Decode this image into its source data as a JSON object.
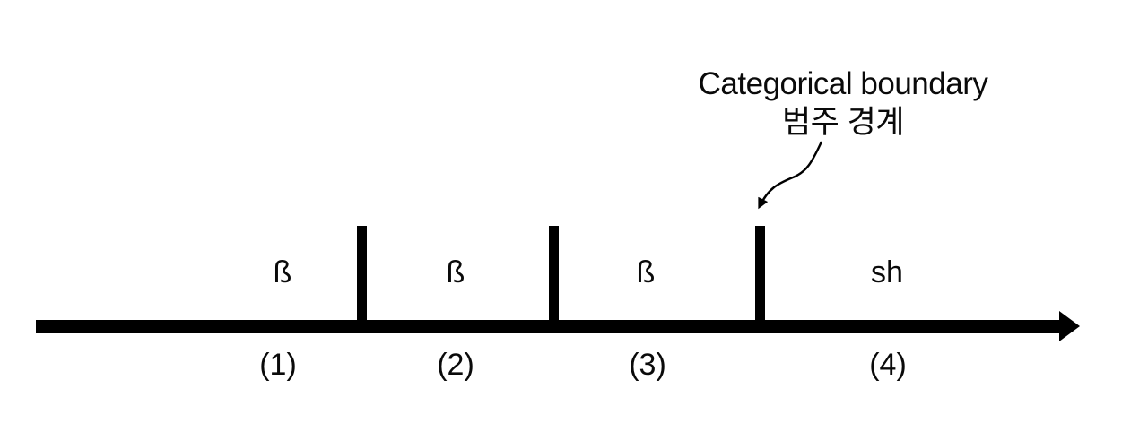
{
  "colors": {
    "ink": "#000000",
    "background": "#ffffff"
  },
  "annotation": {
    "label_en": "Categorical boundary",
    "label_ko": "범주 경계"
  },
  "continuum": {
    "segments": [
      {
        "phoneme": "ß",
        "number": "(1)"
      },
      {
        "phoneme": "ß",
        "number": "(2)"
      },
      {
        "phoneme": "ß",
        "number": "(3)"
      },
      {
        "phoneme": "sh",
        "number": "(4)"
      }
    ]
  }
}
